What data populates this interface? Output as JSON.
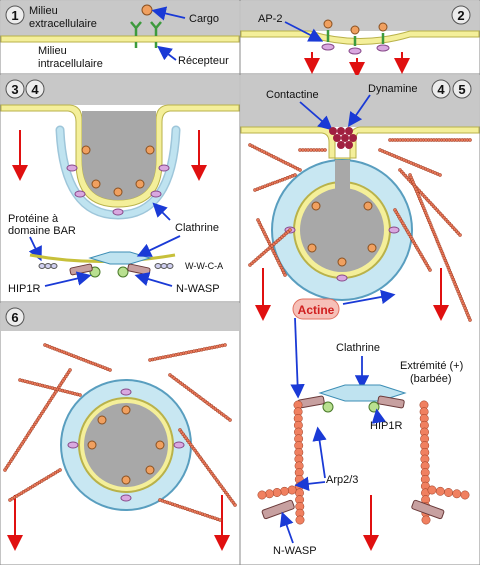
{
  "steps": {
    "s1": "1",
    "s2": "2",
    "s3": "3",
    "s4a": "4",
    "s4b": "4",
    "s5": "5",
    "s6": "6"
  },
  "labels": {
    "milieu_extra_1": "Milieu",
    "milieu_extra_2": "extracellulaire",
    "milieu_intra_1": "Milieu",
    "milieu_intra_2": "intracellulaire",
    "cargo": "Cargo",
    "recepteur": "Récepteur",
    "ap2": "AP-2",
    "contactine": "Contactine",
    "dynamine": "Dynamine",
    "proteine_bar_1": "Protéine à",
    "proteine_bar_2": "domaine BAR",
    "clathrine": "Clathrine",
    "wwca": "W-W-C-A",
    "hip1r": "HIP1R",
    "nwasp": "N-WASP",
    "actine": "Actine",
    "clathrine_2": "Clathrine",
    "extremite_1": "Extrémité (+)",
    "extremite_2": "(barbée)",
    "hip1r_2": "HIP1R",
    "arp23": "Arp2/3",
    "nwasp_2": "N-WASP"
  },
  "colors": {
    "panel_header": "#c8c8c8",
    "membrane": "#f4ef9a",
    "membrane_edge": "#b9b24a",
    "cytoplasm_gray": "#a8a8a8",
    "clathrin": "#bfe3f0",
    "clathrin_edge": "#3d8eb5",
    "cargo": "#f0a060",
    "adaptor": "#d9a8e0",
    "receptor": "#8fd08a",
    "actin": "#e8785a",
    "dynamin": "#a02040",
    "arrow_red": "#e01010",
    "arrow_blue": "#1a3ad6"
  }
}
